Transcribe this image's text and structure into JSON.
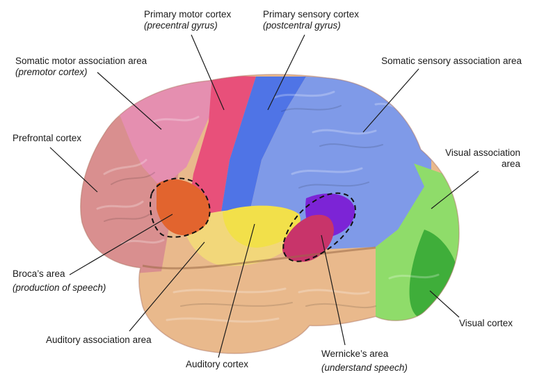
{
  "labels": {
    "primary_motor": {
      "title": "Primary motor cortex",
      "sub": "(precentral gyrus)"
    },
    "primary_sensory": {
      "title": "Primary sensory cortex",
      "sub": "(postcentral gyrus)"
    },
    "somatic_motor_assoc": {
      "title": "Somatic motor association area",
      "sub": "(premotor cortex)"
    },
    "somatic_sensory_assoc": {
      "title": "Somatic sensory association area"
    },
    "prefrontal": {
      "title": "Prefrontal cortex"
    },
    "visual_assoc": {
      "line1": "Visual association",
      "line2": "area"
    },
    "broca": {
      "title": "Broca’s area",
      "sub": "(production of speech)"
    },
    "auditory_assoc": {
      "title": "Auditory association area"
    },
    "auditory": {
      "title": "Auditory cortex"
    },
    "wernicke": {
      "title": "Wernicke’s area",
      "sub": "(understand speech)"
    },
    "visual": {
      "title": "Visual cortex"
    }
  },
  "region_colors": {
    "prefrontal": "#d98f8f",
    "premotor": "#e58fb0",
    "primary_motor": "#e8507a",
    "primary_sensory": "#4f74e6",
    "sensory_association": "#7f9ae8",
    "temporal": "#e9b98c",
    "auditory": "#f2e04a",
    "auditory_association": "#f2d77a",
    "visual_association": "#8fdc6a",
    "visual": "#3fae3a",
    "broca": "#e2642e",
    "wernicke_top": "#7c24d6",
    "wernicke_bottom": "#c8346a"
  }
}
